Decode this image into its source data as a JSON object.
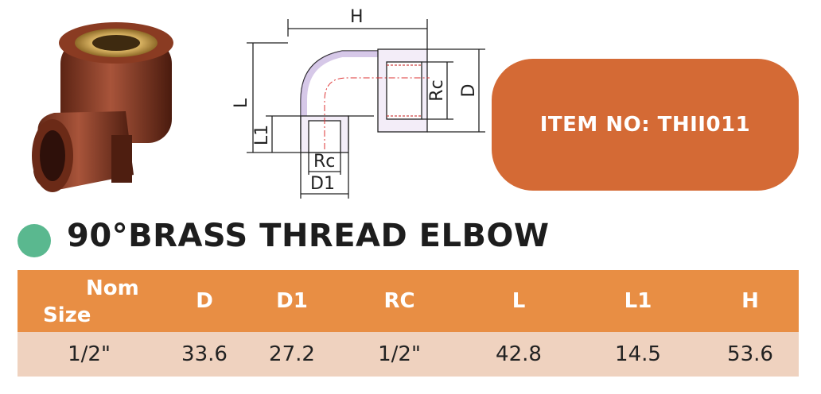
{
  "item_box": {
    "label": "ITEM NO:  THII011"
  },
  "title": "90°BRASS THREAD ELBOW",
  "drawing": {
    "labels": {
      "h": "H",
      "l": "L",
      "l1": "L1",
      "rc_right": "Rc",
      "d": "D",
      "rc_bottom": "Rc",
      "d1": "D1"
    }
  },
  "table": {
    "headers": [
      "Nom",
      "Size",
      "D",
      "D1",
      "RC",
      "L",
      "L1",
      "H"
    ],
    "row": [
      "1/2\"",
      "33.6",
      "27.2",
      "1/2\"",
      "42.8",
      "14.5",
      "53.6"
    ]
  },
  "colors": {
    "accent_orange": "#d46a35",
    "header_orange": "#e88e44",
    "row_bg": "#efd2bf",
    "bullet_green": "#5ab88f"
  }
}
